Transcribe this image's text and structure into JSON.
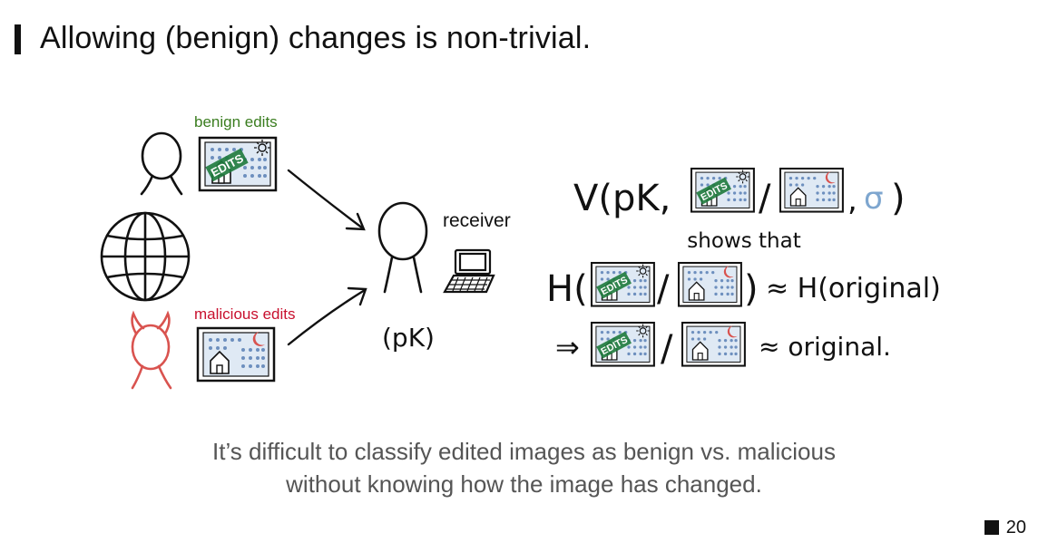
{
  "slide": {
    "title": "Allowing (benign) changes is non-trivial.",
    "page_number": "20"
  },
  "diagram": {
    "benign_label": "benign edits",
    "malicious_label": "malicious edits",
    "receiver_label": "receiver",
    "receiver_key": "(pK)",
    "edit_stamp": "EDITS",
    "formula": {
      "verify_prefix": "V(pK,",
      "slash": "/",
      "sigma": "σ",
      "close_paren": ")",
      "shows_that": "shows that",
      "hash_prefix": "H(",
      "approx_hash": "≈ H(original)",
      "implies": "⇒",
      "approx_original": "≈ original."
    },
    "colors": {
      "benign": "#3a7d1f",
      "malicious": "#c8102e",
      "devil": "#d9534f",
      "stamp": "#1e7a3c",
      "moon": "#d9534f",
      "sigma": "#7ea6cf"
    }
  },
  "caption": {
    "line1": "It’s difficult to classify edited images as benign vs. malicious",
    "line2": "without knowing how the image has changed."
  }
}
